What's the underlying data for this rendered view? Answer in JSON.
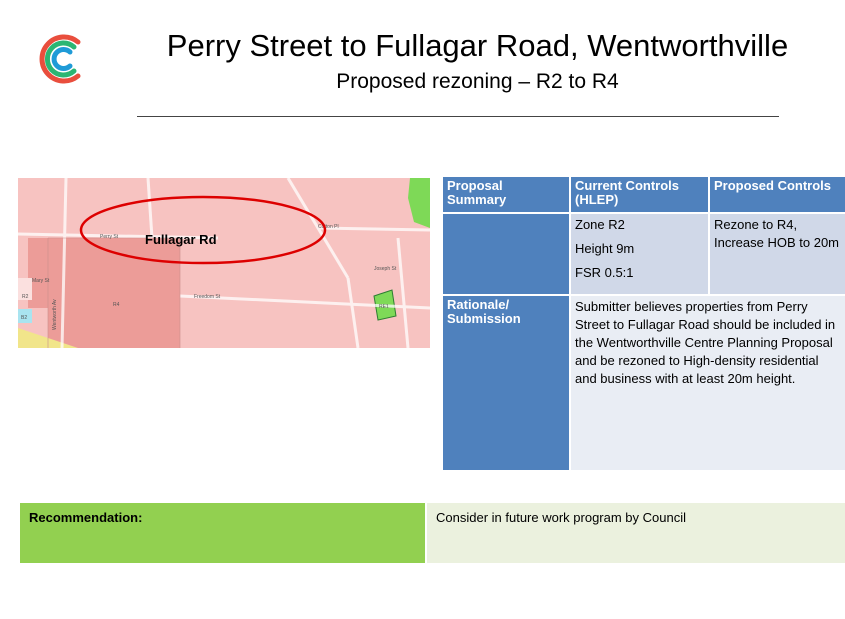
{
  "header": {
    "title": "Perry Street to Fullagar Road, Wentworthville",
    "subtitle": "Proposed rezoning – R2 to R4"
  },
  "logo": {
    "icon": "council-logo-icon",
    "colors": [
      "#e94e3d",
      "#2bb673",
      "#1f9bd7"
    ]
  },
  "map": {
    "highlight_label": "Fullagar Rd",
    "street_labels": [
      "Perry St",
      "Fullagar Rd",
      "Cotton Pl",
      "Joseph St",
      "Freedom St",
      "Wentworth Av",
      "Mary St"
    ],
    "zone_labels": [
      "R2",
      "R4",
      "B2",
      "RE1",
      "R2"
    ],
    "colors": {
      "r2": "#f7c3c1",
      "r4": "#ec9c98",
      "open_space": "#7ed957",
      "highlight": "#dd0000"
    }
  },
  "summary": {
    "col1_header": "Proposal Summary",
    "col2_header": "Current Controls (HLEP)",
    "col3_header": "Proposed Controls",
    "current": [
      "Zone R2",
      "Height 9m",
      "FSR 0.5:1"
    ],
    "proposed": "Rezone to R4, Increase HOB to 20m",
    "rationale_label": "Rationale/ Submission",
    "rationale_text": "Submitter believes properties from Perry Street to Fullagar Road should be included in the Wentworthville Centre Planning Proposal and be rezoned to High-density residential and business with at least 20m height."
  },
  "recommendation": {
    "label": "Recommendation:",
    "value": "Consider in future work program by Council"
  }
}
